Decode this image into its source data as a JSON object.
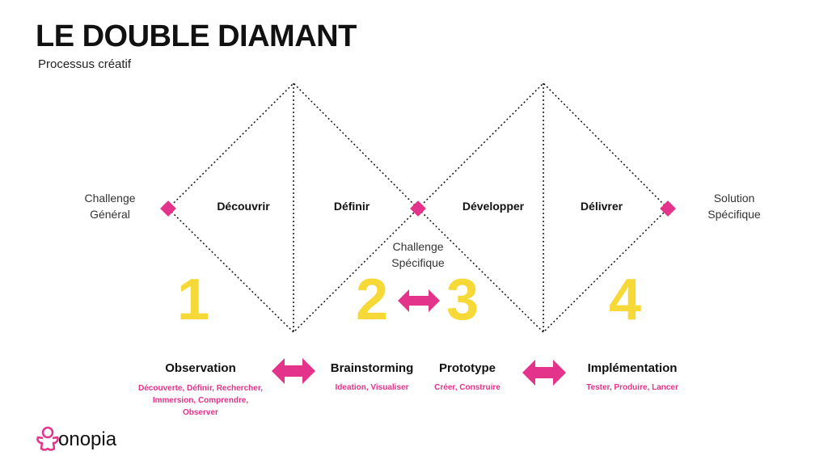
{
  "title": "LE DOUBLE DIAMANT",
  "subtitle": "Processus créatif",
  "labels": {
    "start": "Challenge Général",
    "middle": "Challenge Spécifique",
    "end": "Solution Spécifique"
  },
  "phases": [
    "Découvrir",
    "Définir",
    "Développer",
    "Délivrer"
  ],
  "numbers": [
    "1",
    "2",
    "3",
    "4"
  ],
  "stages": [
    {
      "name": "Observation",
      "desc": "Découverte, Définir, Rechercher, Immersion, Comprendre, Observer"
    },
    {
      "name": "Brainstorming",
      "desc": "Ideation, Visualiser"
    },
    {
      "name": "Prototype",
      "desc": "Créer, Construire"
    },
    {
      "name": "Implémentation",
      "desc": "Tester, Produire, Lancer"
    }
  ],
  "logo": "onopia",
  "colors": {
    "pink": "#e4338a",
    "yellow": "#f6d836"
  }
}
